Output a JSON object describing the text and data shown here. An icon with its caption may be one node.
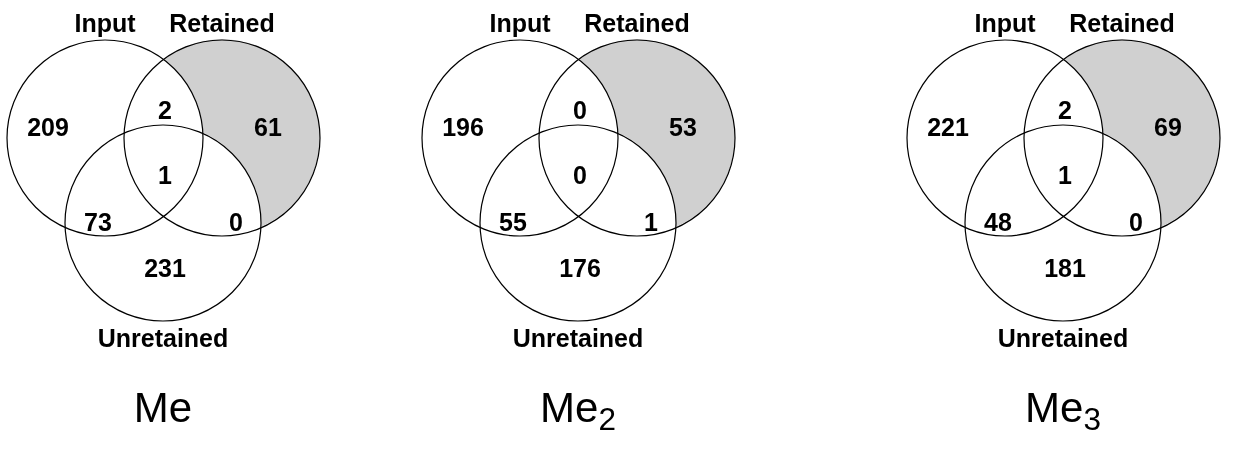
{
  "diagram": {
    "nodes": [
      {
        "text": [
          "Input"
        ]
      },
      {
        "text": [
          "Retained"
        ]
      },
      {
        "text": [
          "Unretained"
        ]
      },
      {
        "text": [
          "Input"
        ]
      },
      {
        "text": [
          "Retained"
        ]
      },
      {
        "text": [
          "Unretained"
        ]
      },
      {
        "text": [
          "Input"
        ]
      },
      {
        "text": [
          "Retained"
        ]
      },
      {
        "text": [
          "Unretained"
        ]
      }
    ],
    "labels": [
      "209",
      "2",
      "61",
      "1",
      "73",
      "0",
      "231",
      "Me",
      "196",
      "0",
      "53",
      "0",
      "55",
      "1",
      "176",
      "Me$_{2}$",
      "221",
      "2",
      "69",
      "1",
      "48",
      "0",
      "181",
      "Me$_{3}$"
    ]
  }
}
